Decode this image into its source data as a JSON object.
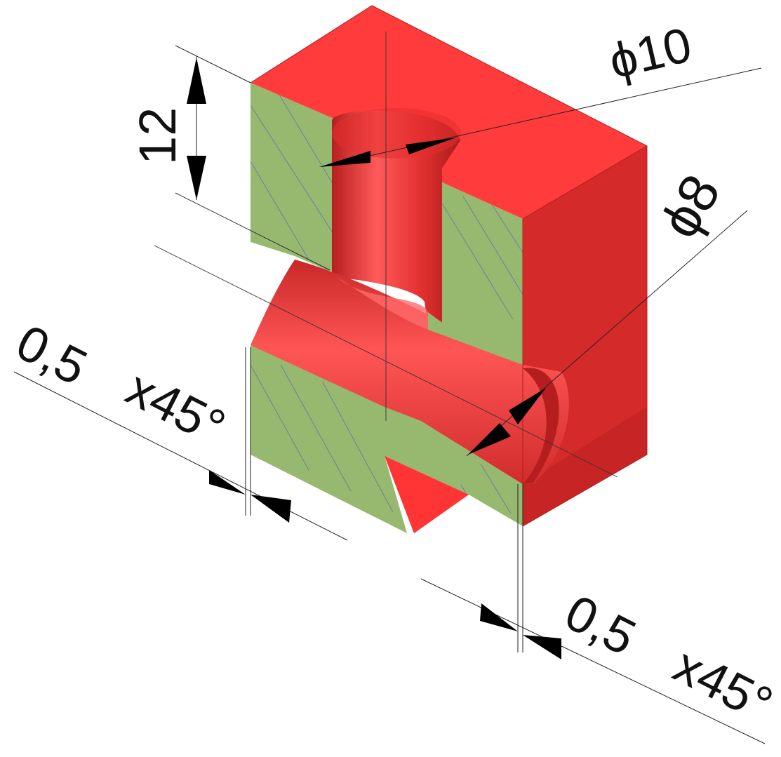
{
  "colors": {
    "body_top": "#ff3b3b",
    "body_side": "#d42a2a",
    "bore": "#e03434",
    "section": "#97b96f",
    "dimension": "#111111"
  },
  "dimensions": {
    "counterbore_diameter": "ϕ10",
    "through_hole_diameter": "ϕ8",
    "counterbore_depth": "12",
    "chamfer_left_size": "0,5",
    "chamfer_left_angle": "x45°",
    "chamfer_right_size": "0,5",
    "chamfer_right_angle": "x45°"
  }
}
